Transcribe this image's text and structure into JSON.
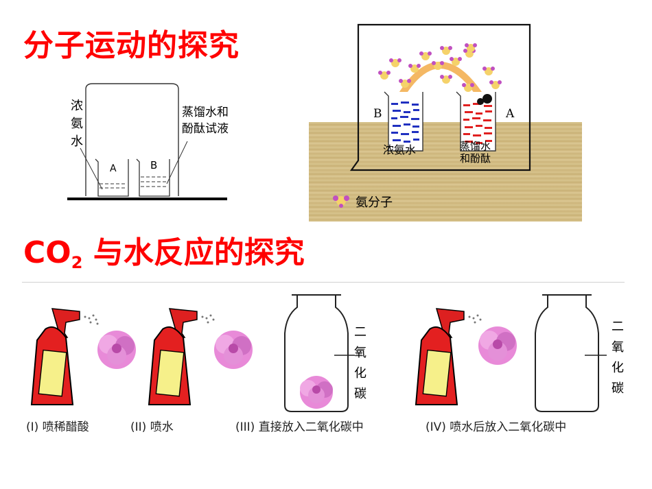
{
  "titles": {
    "molecule_motion": "分子运动的探究",
    "co2_prefix": "CO",
    "co2_sub": "2",
    "co2_rest": " 与水反应的探究"
  },
  "beaker_experiment": {
    "left_label_lines": [
      "浓",
      "氨",
      "水"
    ],
    "right_label_lines": [
      "蒸馏水和",
      "酚酞试液"
    ],
    "beaker_a": "A",
    "beaker_b": "B"
  },
  "ammonia_diagram": {
    "label_b": "B",
    "label_a": "A",
    "left_beaker": "浓氨水",
    "right_beaker_lines": [
      "蒸馏水",
      "和酚酞"
    ],
    "legend": "氨分子"
  },
  "co2_experiment": {
    "captions": [
      "(I) 喷稀醋酸",
      "(II) 喷水",
      "(III) 直接放入二氧化碳中",
      "(IV) 喷水后放入二氧化碳中"
    ],
    "jar_label_lines": [
      "二",
      "氧",
      "化",
      "碳"
    ]
  },
  "colors": {
    "title": "#ff0000",
    "ammonia_liquid": "#2030c0",
    "phenol_liquid": "#e02020",
    "bottle": "#e32020",
    "bottle_label": "#f6f08a",
    "flower": "#e070c8"
  }
}
